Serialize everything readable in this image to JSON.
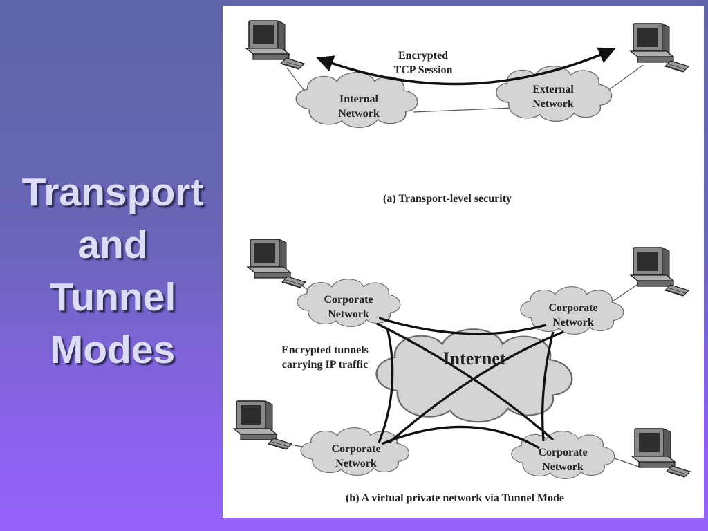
{
  "slide": {
    "title_lines": [
      "Transport",
      "and",
      "Tunnel",
      "Modes"
    ]
  },
  "figure": {
    "top_diagram": {
      "session_label_line1": "Encrypted",
      "session_label_line2": "TCP Session",
      "internal_network_line1": "Internal",
      "internal_network_line2": "Network",
      "external_network_line1": "External",
      "external_network_line2": "Network",
      "caption": "(a) Transport-level security"
    },
    "bottom_diagram": {
      "internet_label": "Internet",
      "tunnels_label_line1": "Encrypted tunnels",
      "tunnels_label_line2": "carrying IP traffic",
      "corporate_networks": [
        {
          "line1": "Corporate",
          "line2": "Network"
        },
        {
          "line1": "Corporate",
          "line2": "Network"
        },
        {
          "line1": "Corporate",
          "line2": "Network"
        },
        {
          "line1": "Corporate",
          "line2": "Network"
        }
      ],
      "caption": "(b) A virtual private network via Tunnel Mode"
    }
  },
  "colors": {
    "background_top": "#5e64a7",
    "background_bottom": "#9662fb",
    "title_text": "#dcdcf8",
    "cloud_fill": "#d4d4d4"
  }
}
